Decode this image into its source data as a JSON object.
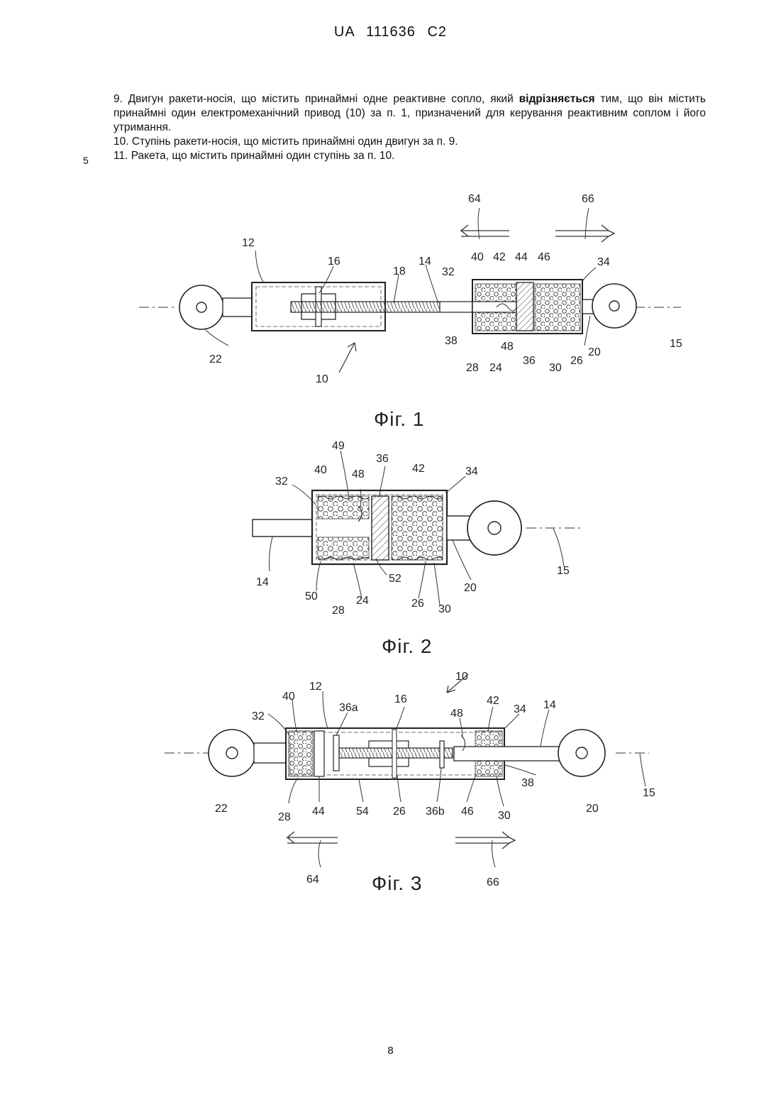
{
  "header": {
    "patent_number": "UA   111636   C2"
  },
  "claims": [
    {
      "id": "claim-9",
      "before": "9. Двигун ракети-носія, що містить принаймні одне реактивне сопло, який ",
      "bold": "відрізняється",
      "after": " тим, що він містить принаймні один електромеханічний привод (10) за п. 1, призначений для керування реактивним соплом і його утримання."
    },
    {
      "id": "claim-10",
      "text": "10. Ступінь ракети-носія, що містить принаймні один двигун за п. 9."
    },
    {
      "id": "claim-11",
      "text": "11. Ракета, що містить принаймні один ступінь за п. 10."
    }
  ],
  "line_number": "5",
  "figures": {
    "fig1": {
      "caption": "Фіг. 1",
      "labels": {
        "l12": "12",
        "l16": "16",
        "l18": "18",
        "l14": "14",
        "l64": "64",
        "l66": "66",
        "l40": "40",
        "l42": "42",
        "l44": "44",
        "l46": "46",
        "l32": "32",
        "l34": "34",
        "l38": "38",
        "l48": "48",
        "l22": "22",
        "l10": "10",
        "l28": "28",
        "l24": "24",
        "l36": "36",
        "l30": "30",
        "l26": "26",
        "l20": "20",
        "l15": "15"
      }
    },
    "fig2": {
      "caption": "Фіг. 2",
      "labels": {
        "l49": "49",
        "l36": "36",
        "l40": "40",
        "l48": "48",
        "l42": "42",
        "l32": "32",
        "l34": "34",
        "l14": "14",
        "l15": "15",
        "l52": "52",
        "l20": "20",
        "l50": "50",
        "l24": "24",
        "l26": "26",
        "l28": "28",
        "l30": "30"
      }
    },
    "fig3": {
      "caption": "Фіг. 3",
      "labels": {
        "l10": "10",
        "l12": "12",
        "l40": "40",
        "l16": "16",
        "l36a": "36a",
        "l48": "48",
        "l42": "42",
        "l34": "34",
        "l14": "14",
        "l32": "32",
        "l38": "38",
        "l15": "15",
        "l22": "22",
        "l28": "28",
        "l44": "44",
        "l54": "54",
        "l26": "26",
        "l36b": "36b",
        "l46": "46",
        "l30": "30",
        "l20": "20",
        "l64": "64",
        "l66": "66"
      }
    }
  },
  "page_number": "8"
}
